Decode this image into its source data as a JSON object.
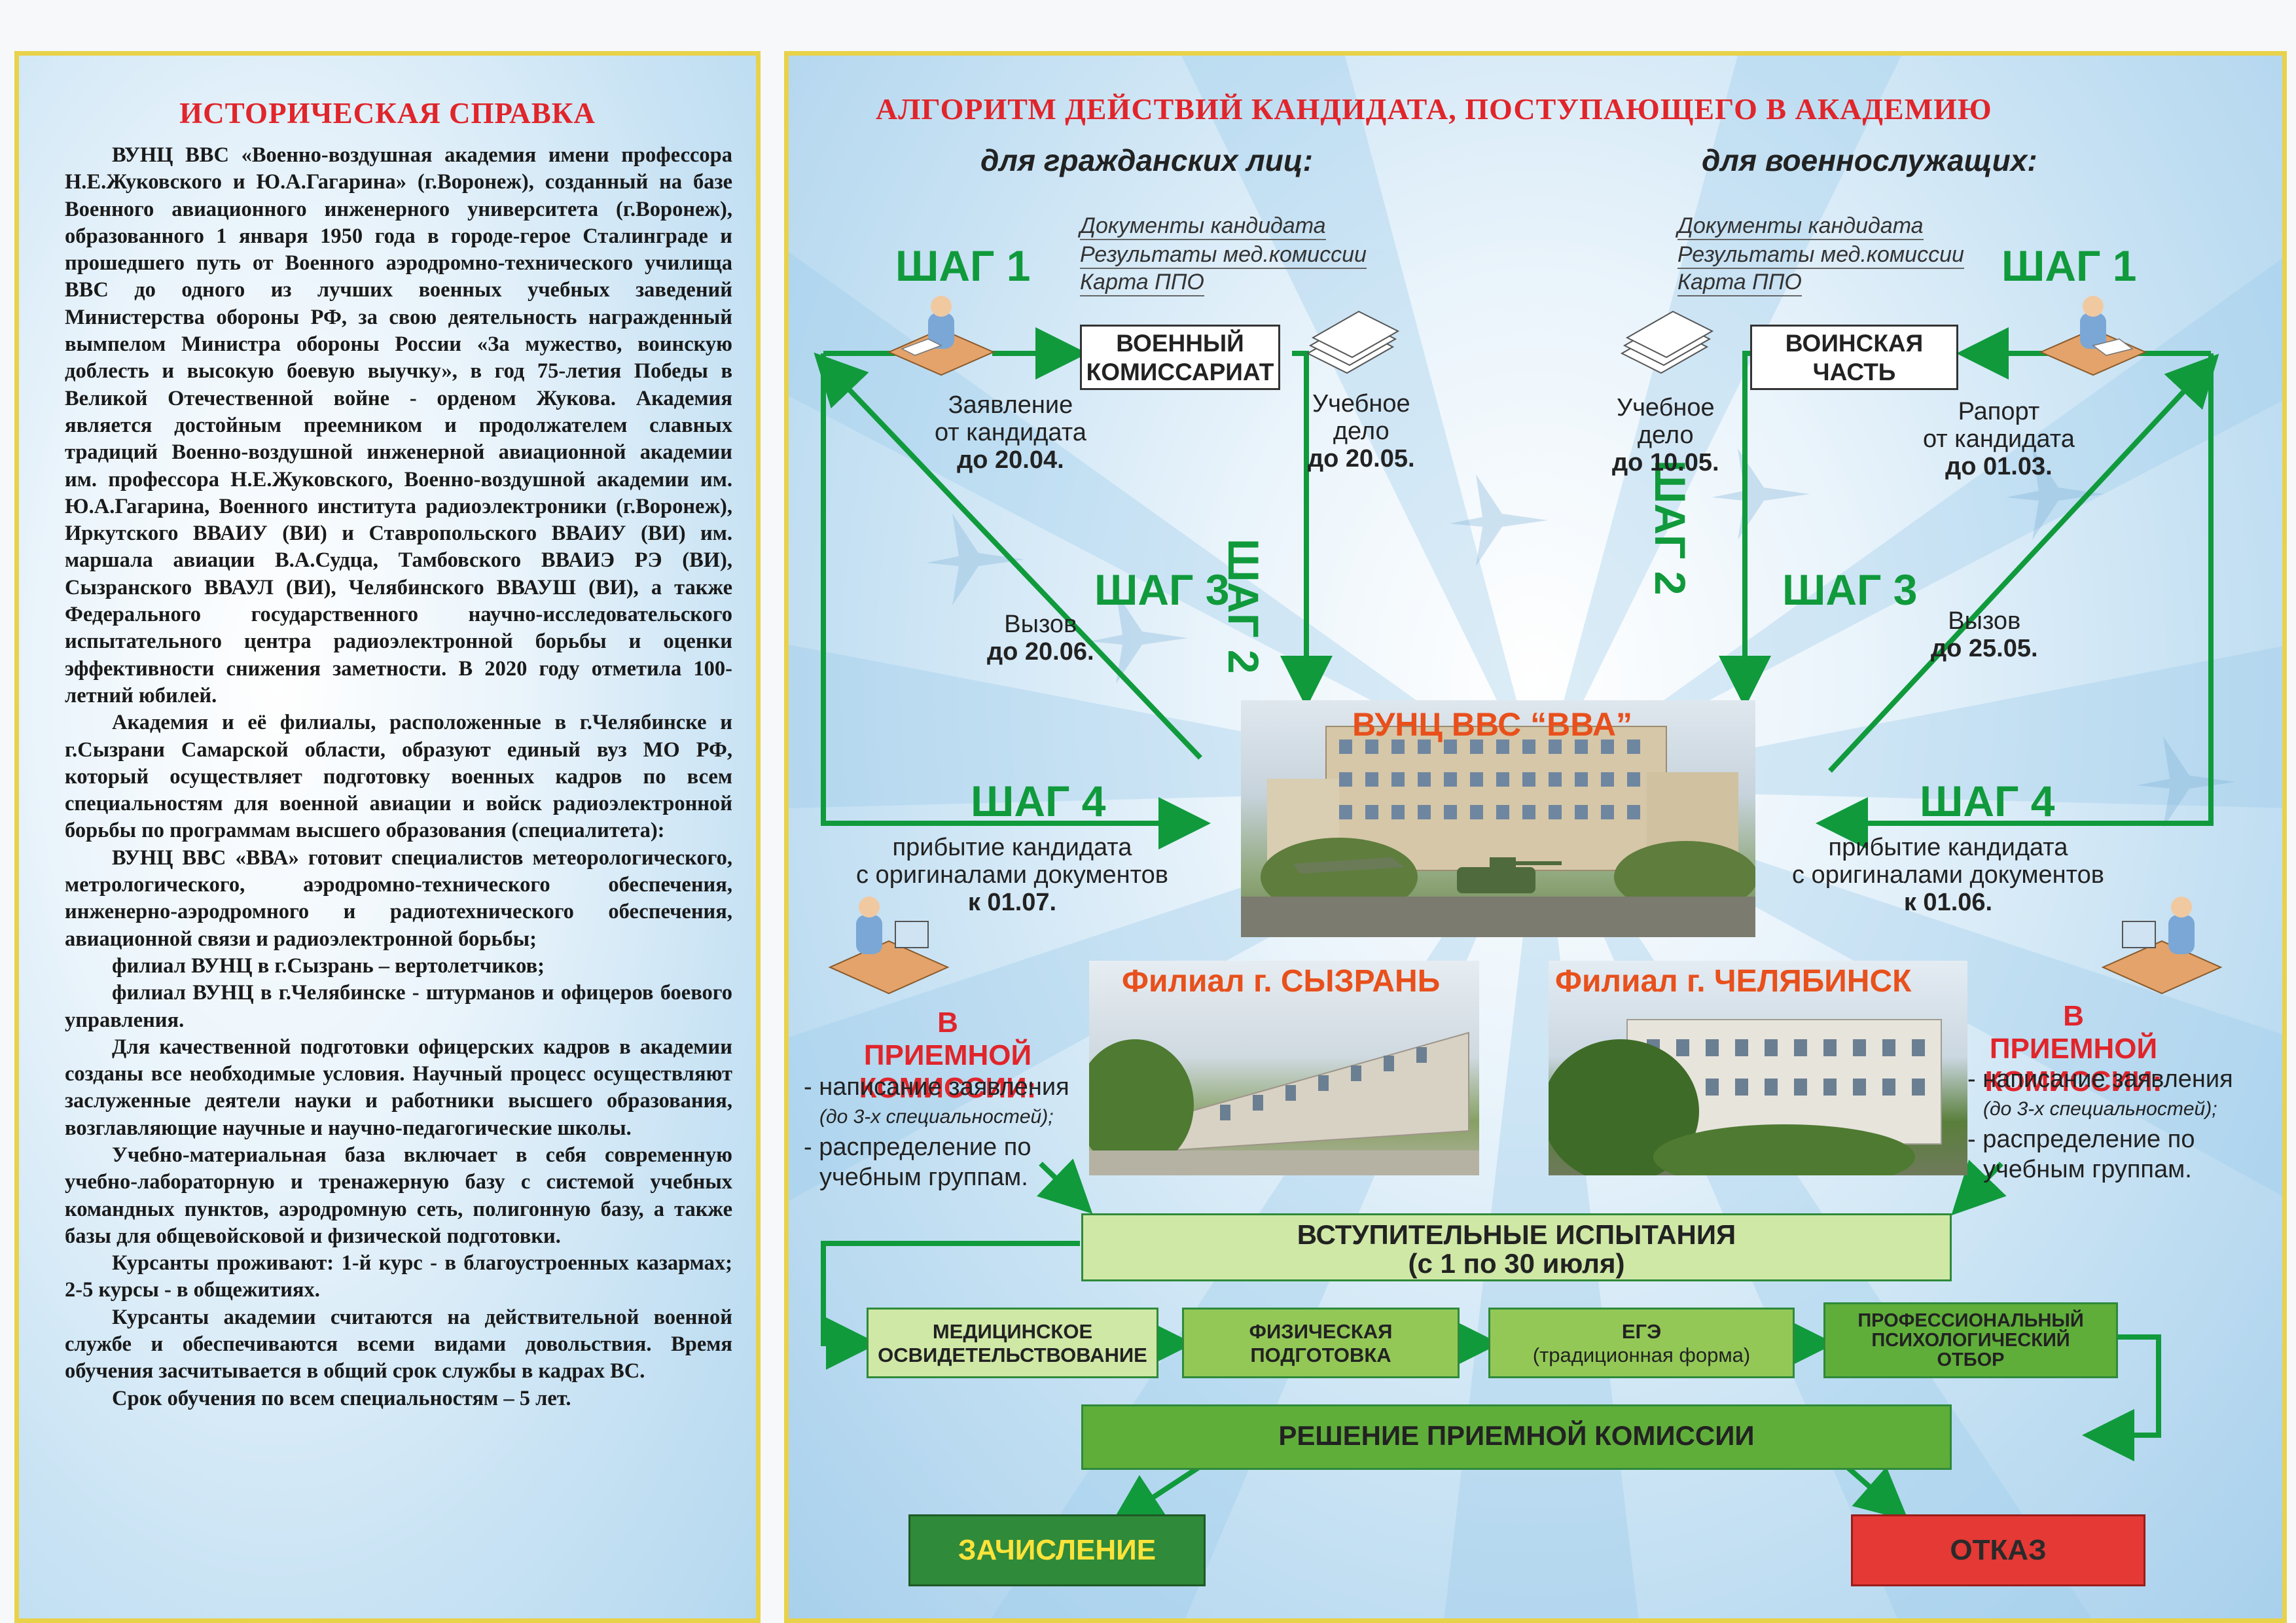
{
  "left": {
    "title": "ИСТОРИЧЕСКАЯ СПРАВКА",
    "paragraphs": [
      "ВУНЦ ВВС «Военно-воздушная академия имени профессора Н.Е.Жуковского и Ю.А.Гагарина» (г.Воронеж), созданный на базе Военного авиационного инженерного университета (г.Воронеж), образованного 1 января 1950 года в городе-герое Сталинграде и прошедшего путь от Военного аэродромно-технического училища ВВС до одного из лучших военных учебных заведений Министерства обороны РФ, за свою деятельность награжденный вымпелом Министра обороны России «За мужество, воинскую доблесть и высокую боевую выучку», в год 75-летия Победы в Великой Отечественной войне - орденом Жукова. Академия является достойным преемником и продолжателем славных традиций Военно-воздушной инженерной авиационной академии им. профессора Н.Е.Жуковского, Военно-воздушной академии им. Ю.А.Гагарина, Военного института радиоэлектроники (г.Воронеж), Иркутского ВВАИУ (ВИ) и Ставропольского ВВАИУ (ВИ) им. маршала авиации В.А.Судца, Тамбовского ВВАИЭ РЭ (ВИ), Сызранского ВВАУЛ (ВИ), Челябинского ВВАУШ (ВИ), а также Федерального государственного научно-исследовательского испытательного центра радиоэлектронной борьбы и оценки эффективности снижения заметности. В 2020 году отметила  100-летний юбилей.",
      "Академия и её филиалы, расположенные в г.Челябинске и г.Сызрани Самарской области, образуют единый вуз МО РФ, который осуществляет подготовку военных кадров по всем специальностям для военной авиации и войск радиоэлектронной борьбы по программам высшего образования (специалитета):",
      "ВУНЦ ВВС «ВВА» готовит специалистов метеорологического, метрологического, аэродромно-технического обеспечения, инженерно-аэродромного и радиотехнического обеспечения, авиационной связи и радиоэлектронной борьбы;",
      "филиал ВУНЦ в г.Сызрань – вертолетчиков;",
      "филиал ВУНЦ в г.Челябинске - штурманов и офицеров боевого управления.",
      "Для качественной подготовки офицерских кадров в академии созданы все необходимые условия. Научный процесс осуществляют заслуженные деятели науки и работники высшего образования, возглавляющие научные и научно-педагогические школы.",
      "Учебно-материальная база включает в себя современную учебно-лабораторную и тренажерную базу с системой учебных командных пунктов, аэродромную сеть, полигонную базу, а также базы для общевойсковой и физической подготовки.",
      "Курсанты проживают: 1-й курс - в благоустроенных казармах; 2-5 курсы - в общежитиях.",
      "Курсанты академии считаются на действительной военной службе и обеспечиваются всеми видами довольствия. Время обучения засчитывается в общий срок службы в кадрах ВС.",
      "Срок обучения по всем специальностям – 5 лет."
    ]
  },
  "right": {
    "title": "АЛГОРИТМ ДЕЙСТВИЙ КАНДИДАТА, ПОСТУПАЮЩЕГО В АКАДЕМИЮ",
    "civil_heading": "для гражданских лиц:",
    "military_heading": "для военнослужащих:",
    "docs": [
      "Документы кандидата",
      "Результаты мед.комиссии",
      "Карта ППО"
    ],
    "step1": "ШАГ 1",
    "step2": "ШАГ 2",
    "step3": "ШАГ 3",
    "step4": "ШАГ 4",
    "civil": {
      "office_box": [
        "ВОЕННЫЙ",
        "КОМИССАРИАТ"
      ],
      "application": [
        "Заявление",
        "от кандидата"
      ],
      "application_date": "до 20.04.",
      "file": [
        "Учебное",
        "дело"
      ],
      "file_date": "до 20.05.",
      "call": "Вызов",
      "call_date": "до 20.06.",
      "arrival": [
        "прибытие кандидата",
        "с оригиналами документов"
      ],
      "arrival_date": "к 01.07."
    },
    "military": {
      "office_box": [
        "ВОИНСКАЯ",
        "ЧАСТЬ"
      ],
      "report": [
        "Рапорт",
        "от кандидата"
      ],
      "report_date": "до 01.03.",
      "file": [
        "Учебное",
        "дело"
      ],
      "file_date": "до 10.05.",
      "call": "Вызов",
      "call_date": "до 25.05.",
      "arrival": [
        "прибытие кандидата",
        "с оригиналами документов"
      ],
      "arrival_date": "к 01.06."
    },
    "main_photo_title": "ВУНЦ ВВС “ВВА”",
    "branch1_title": "Филиал г. СЫЗРАНЬ",
    "branch2_title": "Филиал г. ЧЕЛЯБИНСК",
    "commission_heading": [
      "В ПРИЕМНОЙ",
      "КОМИССИИ:"
    ],
    "commission_items": {
      "write": "- написание заявления",
      "note": "(до 3-х специальностей);",
      "distribute": [
        "- распределение по",
        "учебным группам."
      ]
    },
    "exams_title": "ВСТУПИТЕЛЬНЫЕ ИСПЫТАНИЯ",
    "exams_dates": "(с 1 по 30 июля)",
    "tests": [
      [
        "МЕДИЦИНСКОЕ",
        "ОСВИДЕТЕЛЬСТВОВАНИЕ"
      ],
      [
        "ФИЗИЧЕСКАЯ",
        "ПОДГОТОВКА"
      ],
      [
        "ЕГЭ",
        "(традиционная форма)"
      ],
      [
        "ПРОФЕССИОНАЛЬНЫЙ",
        "ПСИХОЛОГИЧЕСКИЙ",
        "ОТБОР"
      ]
    ],
    "decision": "РЕШЕНИЕ ПРИЕМНОЙ КОМИССИИ",
    "accept": "ЗАЧИСЛЕНИЕ",
    "reject": "ОТКАЗ"
  },
  "colors": {
    "title_red": "#e0252b",
    "step_green": "#109a3c",
    "frame_yellow": "#e8d24a",
    "accept_green": "#2f8a3a",
    "reject_red": "#e53935"
  }
}
